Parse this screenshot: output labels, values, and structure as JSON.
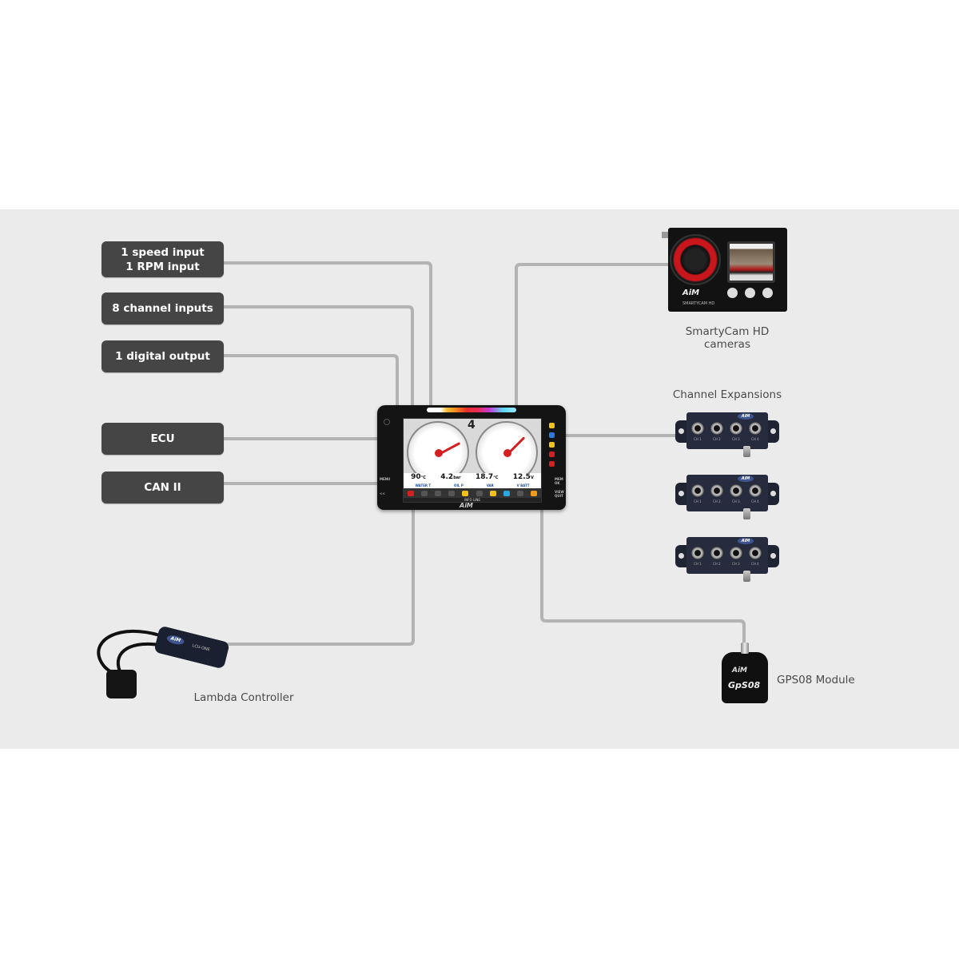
{
  "diagram": {
    "background_band_color": "#ebebeb",
    "connector_color": "#b3b3b3",
    "label_box_color": "#454545",
    "inputs": [
      {
        "id": "speed-rpm",
        "lines": [
          "1 speed input",
          "1 RPM input"
        ]
      },
      {
        "id": "channel-inputs",
        "lines": [
          "8 channel inputs"
        ]
      },
      {
        "id": "digital-output",
        "lines": [
          "1 digital output"
        ]
      },
      {
        "id": "ecu",
        "lines": [
          "ECU"
        ]
      },
      {
        "id": "can2",
        "lines": [
          "CAN II"
        ]
      }
    ],
    "peripherals": {
      "camera": {
        "caption_line1": "SmartyCam HD",
        "caption_line2": "cameras",
        "logo": "AiM",
        "model": "SMARTYCAM HD"
      },
      "expansions": {
        "caption": "Channel Expansions",
        "count": 3,
        "ports": [
          "CH 1",
          "CH 2",
          "CH 3",
          "CH 4"
        ],
        "logo": "AiM"
      },
      "lambda": {
        "caption": "Lambda Controller",
        "logo": "AiM",
        "model": "LCU-ONE"
      },
      "gps": {
        "caption": "GPS08 Module",
        "logo": "AiM",
        "model": "GpS08"
      }
    },
    "dash": {
      "logo": "AiM",
      "gear": "4",
      "values": [
        {
          "value": "90",
          "unit": "°C",
          "label": "WATER T"
        },
        {
          "value": "4.2",
          "unit": "bar",
          "label": "OIL P"
        },
        {
          "value": "18.7",
          "unit": "°C",
          "label": "VAR"
        },
        {
          "value": "12.5",
          "unit": "V",
          "label": "V BATT"
        }
      ],
      "info_line": "INFO LINE",
      "left_buttons": [
        "MENU",
        "<<"
      ],
      "right_buttons": [
        "MEM OK",
        "VIEW QUIT"
      ]
    }
  }
}
